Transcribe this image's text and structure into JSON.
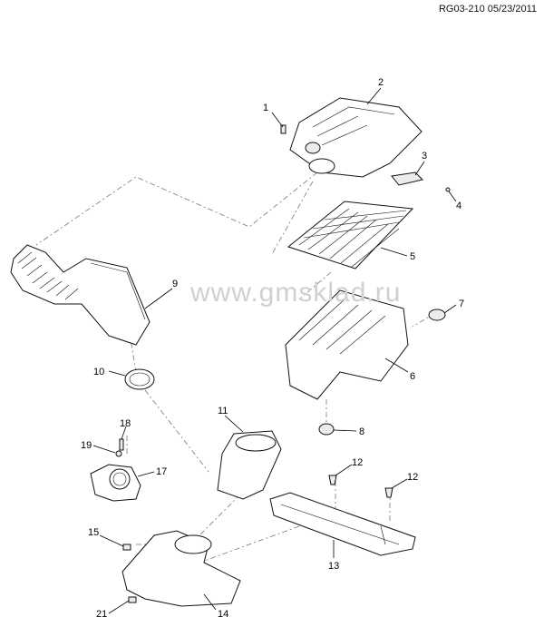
{
  "header": {
    "doc_id": "RG03-210 05/23/2011"
  },
  "watermark": "www.gmsklad.ru",
  "callouts": [
    "1",
    "2",
    "3",
    "4",
    "5",
    "6",
    "7",
    "8",
    "9",
    "10",
    "11",
    "12",
    "12",
    "13",
    "14",
    "15",
    "17",
    "18",
    "19",
    "21"
  ]
}
